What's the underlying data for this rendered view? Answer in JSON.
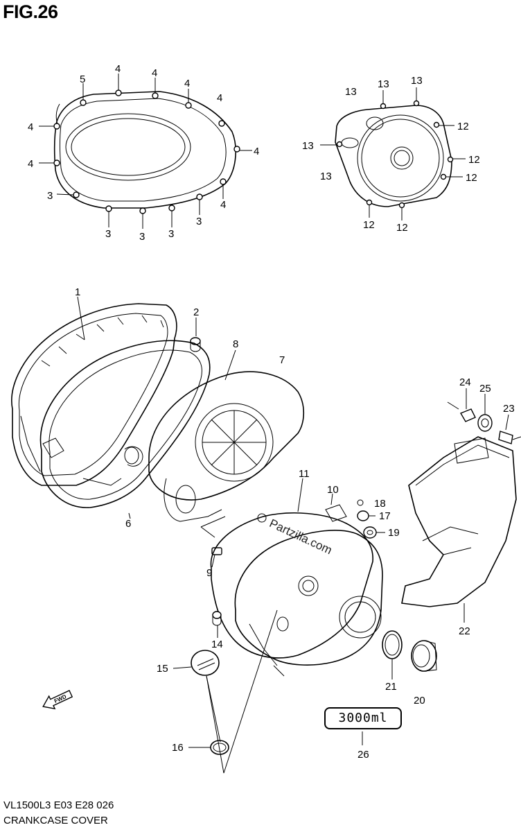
{
  "figure": {
    "title": "FIG.26",
    "footer_code": "VL1500L3  E03  E28  026",
    "footer_name": "CRANKCASE COVER",
    "watermark": "Partzilla.com",
    "quantity_box": "3000ml",
    "fwd_icon": "fwd-arrow-icon"
  },
  "callouts": {
    "c1": "1",
    "c2": "2",
    "c3": "3",
    "c4": "4",
    "c5": "5",
    "c6": "6",
    "c7": "7",
    "c8": "8",
    "c9": "9",
    "c10": "10",
    "c11": "11",
    "c12": "12",
    "c13": "13",
    "c14": "14",
    "c15": "15",
    "c16": "16",
    "c17": "17",
    "c18": "18",
    "c19": "19",
    "c20": "20",
    "c21": "21",
    "c22": "22",
    "c23": "23",
    "c24": "24",
    "c25": "25",
    "c26": "26"
  }
}
